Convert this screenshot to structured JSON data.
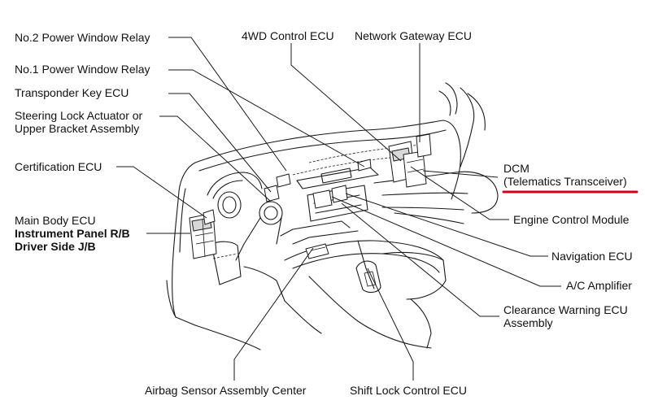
{
  "labels": {
    "no2_power_window_relay": "No.2 Power Window Relay",
    "no1_power_window_relay": "No.1 Power Window Relay",
    "transponder_key_ecu": "Transponder Key ECU",
    "steering_lock_line1": "Steering Lock Actuator or",
    "steering_lock_line2": "Upper Bracket Assembly",
    "certification_ecu": "Certification ECU",
    "main_body_ecu": "Main Body ECU",
    "instrument_panel_rb": "Instrument Panel R/B",
    "driver_side_jb": "Driver Side J/B",
    "fourwd_control_ecu": "4WD Control ECU",
    "network_gateway_ecu": "Network Gateway ECU",
    "dcm_line1": "DCM",
    "dcm_line2": "(Telematics Transceiver)",
    "engine_control_module": "Engine Control Module",
    "navigation_ecu": "Navigation ECU",
    "ac_amplifier": "A/C Amplifier",
    "clearance_warning_line1": "Clearance Warning ECU",
    "clearance_warning_line2": "Assembly",
    "airbag_sensor": "Airbag Sensor Assembly Center",
    "shift_lock": "Shift Lock Control ECU"
  },
  "colors": {
    "highlight_underline": "#d0021b",
    "line": "#1a1a1a",
    "text": "#111111"
  }
}
